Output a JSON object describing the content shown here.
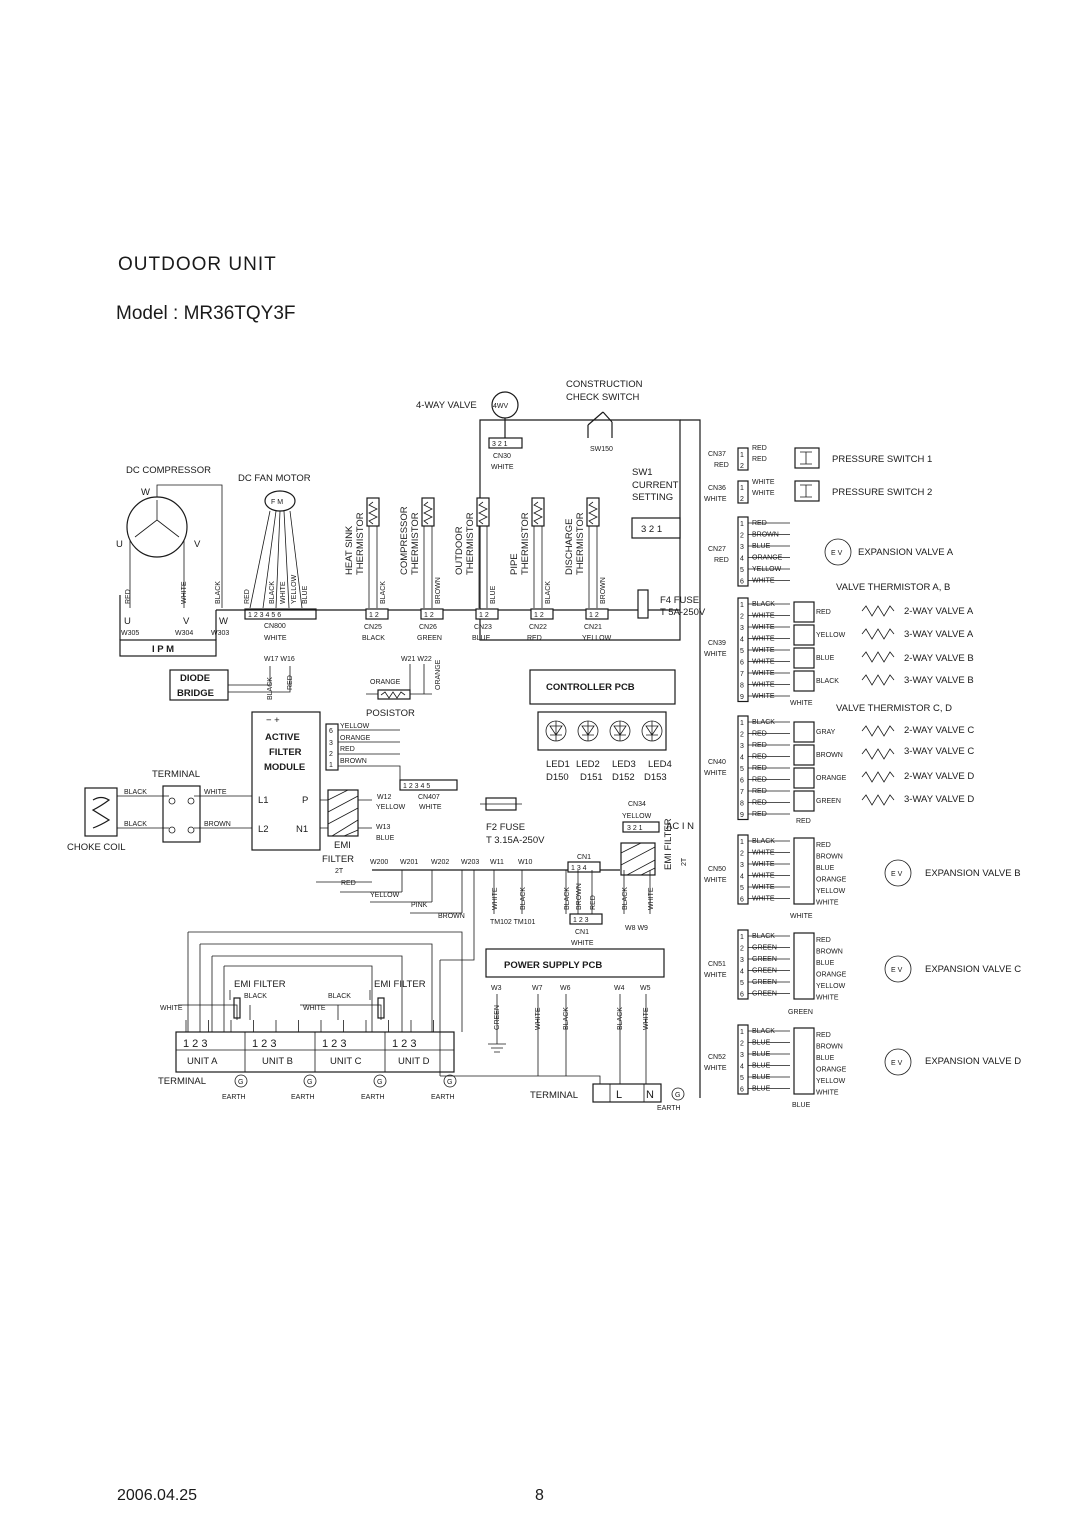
{
  "header": {
    "title": "OUTDOOR  UNIT",
    "model": "Model : MR36TQY3F"
  },
  "footer": {
    "date": "2006.04.25",
    "page": "8"
  },
  "top": {
    "construction": "CONSTRUCTION",
    "check_switch": "CHECK SWITCH",
    "four_way_valve": "4-WAY VALVE",
    "four_wv": "4WV",
    "cn30": "CN30",
    "cn30_color": "WHITE",
    "cn30_pins": "3 2 1",
    "sw150": "SW150",
    "sw1": "SW1",
    "current": "CURRENT",
    "setting": "SETTING",
    "sw1_pins": "3  2  1"
  },
  "left": {
    "dc_compressor": "DC COMPRESSOR",
    "dc_fan_motor": "DC FAN MOTOR",
    "fm": "F M",
    "w": "W",
    "u": "U",
    "v": "V",
    "comp_wires": [
      "RED",
      "WHITE",
      "BLACK"
    ],
    "fan_wires": [
      "RED",
      "BLACK",
      "WHITE",
      "YELLOW",
      "BLUE"
    ],
    "uvw": [
      "U",
      "V",
      "W"
    ],
    "w_codes": [
      "W305",
      "W304",
      "W303"
    ],
    "cn800": "CN800",
    "cn800_color": "WHITE",
    "cn800_pins": "1 2 3 4 5 6",
    "ipm": "I P M",
    "w17w16": "W17 W16",
    "diode": "DIODE",
    "bridge": "BRIDGE",
    "db_wires": [
      "BLACK",
      "RED"
    ],
    "active": "ACTIVE",
    "filter": "FILTER",
    "module": "MODULE",
    "afm_wires": [
      "YELLOW",
      "ORANGE",
      "RED",
      "BROWN"
    ],
    "afm_pins": [
      "6",
      "3",
      "2",
      "1"
    ],
    "terminal": "TERMINAL",
    "choke_coil": "CHOKE COIL",
    "black": "BLACK",
    "white": "WHITE",
    "brown": "BROWN",
    "l1": "L1",
    "l2": "L2",
    "p": "P",
    "n1": "N1",
    "emi": "EMI",
    "filter2": "FILTER",
    "two_t": "2T"
  },
  "thermistors": [
    {
      "name": "HEAT SINK",
      "sub": "THERMISTOR",
      "wire": "BLACK",
      "cn": "CN25",
      "color": "BLACK"
    },
    {
      "name": "COMPRESSOR",
      "sub": "THERMISTOR",
      "wire": "BROWN",
      "cn": "CN26",
      "color": "GREEN"
    },
    {
      "name": "OUTDOOR",
      "sub": "THERMISTOR",
      "wire": "BLUE",
      "cn": "CN23",
      "color": "BLUE"
    },
    {
      "name": "PIPE",
      "sub": "THERMISTOR",
      "wire": "BLACK",
      "cn": "CN22",
      "color": "RED"
    },
    {
      "name": "DISCHARGE",
      "sub": "THERMISTOR",
      "wire": "BROWN",
      "cn": "CN21",
      "color": "YELLOW"
    }
  ],
  "middle": {
    "w21w22": "W21  W22",
    "orange": "ORANGE",
    "posistor": "POSISTOR",
    "w12": "W12",
    "cn407": "CN407",
    "cn407_pins": "1 2 3 4 5",
    "yellow": "YELLOW",
    "white": "WHITE",
    "w13": "W13",
    "blue": "BLUE",
    "f2_fuse": "F2 FUSE",
    "f2_rating": "T 3.15A-250V",
    "f4_fuse": "F4 FUSE",
    "f4_rating": "T 5A-250V",
    "controller_pcb": "CONTROLLER PCB",
    "leds": [
      "LED1",
      "LED2",
      "LED3",
      "LED4"
    ],
    "led_codes": [
      "D150",
      "D151",
      "D152",
      "D153"
    ],
    "cn34": "CN34",
    "cn34_pins": "3 2 1",
    "ac_in": "AC  I N",
    "emi_filter_2t": "EMI  FILTER",
    "two_t": "2T",
    "w_row": [
      "W200",
      "W201",
      "W202",
      "W203",
      "W11",
      "W10"
    ],
    "cn1": "CN1",
    "cn1_pins": "1 3 4",
    "red": "RED",
    "pink": "PINK",
    "brown": "BROWN",
    "psu_wires": [
      "WHITE",
      "BLACK",
      "BLACK",
      "BROWN",
      "RED",
      "BLACK",
      "WHITE"
    ],
    "tm": "TM102  TM101",
    "cn1b_pins": "1 2 3",
    "cn1b": "CN1",
    "w8w9": "W8  W9",
    "power_supply_pcb": "POWER SUPPLY PCB",
    "psu_bottom": [
      "W3",
      "W7",
      "W6",
      "W4",
      "W5"
    ],
    "psu_bottom_wires": [
      "GREEN",
      "WHITE",
      "BLACK",
      "BLACK",
      "WHITE"
    ]
  },
  "bottom": {
    "emi_filter": "EMI FILTER",
    "units": [
      "UNIT A",
      "UNIT B",
      "UNIT C",
      "UNIT D"
    ],
    "digits": "1  2  3",
    "terminal": "TERMINAL",
    "earth": "EARTH",
    "g": "G",
    "l": "L",
    "n": "N",
    "white": "WHITE",
    "black": "BLACK"
  },
  "right": {
    "cn37": "CN37",
    "cn37_color": "RED",
    "cn36": "CN36",
    "cn36_color": "WHITE",
    "cn27": "CN27",
    "cn27_color": "RED",
    "cn39": "CN39",
    "cn39_color": "WHITE",
    "cn40": "CN40",
    "cn40_color": "WHITE",
    "cn50": "CN50",
    "cn50_color": "WHITE",
    "cn51": "CN51",
    "cn51_color": "WHITE",
    "cn52": "CN52",
    "cn52_color": "WHITE",
    "pressure_switch_1": "PRESSURE SWITCH 1",
    "pressure_switch_2": "PRESSURE SWITCH 2",
    "ev": "E V",
    "expansion_valve_a": "EXPANSION VALVE A",
    "expansion_valve_b": "EXPANSION VALVE B",
    "expansion_valve_c": "EXPANSION VALVE C",
    "expansion_valve_d": "EXPANSION VALVE D",
    "valve_thermistor_ab": "VALVE THERMISTOR A, B",
    "valve_thermistor_cd": "VALVE THERMISTOR C, D",
    "valves_ab": [
      "2-WAY VALVE A",
      "3-WAY VALVE A",
      "2-WAY VALVE B",
      "3-WAY VALVE B"
    ],
    "valves_cd": [
      "2-WAY VALVE C",
      "3-WAY VALVE C",
      "2-WAY VALVE D",
      "3-WAY VALVE D"
    ],
    "cn27_wires": [
      "RED",
      "BROWN",
      "BLUE",
      "ORANGE",
      "YELLOW",
      "WHITE"
    ],
    "cn39_wires": [
      "BLACK",
      "WHITE",
      "WHITE",
      "WHITE",
      "WHITE",
      "WHITE",
      "WHITE",
      "WHITE",
      "WHITE"
    ],
    "cn39_right": [
      "RED",
      "YELLOW",
      "BLUE",
      "BLACK"
    ],
    "cn40_wires": [
      "BLACK",
      "RED",
      "RED",
      "RED",
      "RED",
      "RED",
      "RED",
      "RED",
      "RED"
    ],
    "cn40_right": [
      "GRAY",
      "BROWN",
      "ORANGE",
      "GREEN"
    ],
    "cn50_wires": [
      "BLACK",
      "WHITE",
      "WHITE",
      "WHITE",
      "WHITE",
      "WHITE"
    ],
    "cn50_right": [
      "RED",
      "BROWN",
      "BLUE",
      "ORANGE",
      "YELLOW",
      "WHITE"
    ],
    "cn51_wires": [
      "BLACK",
      "GREEN",
      "GREEN",
      "GREEN",
      "GREEN",
      "GREEN"
    ],
    "cn51_right": [
      "RED",
      "BROWN",
      "BLUE",
      "ORANGE",
      "YELLOW",
      "WHITE"
    ],
    "cn52_wires": [
      "BLACK",
      "BLUE",
      "BLUE",
      "BLUE",
      "BLUE",
      "BLUE"
    ],
    "cn52_right": [
      "RED",
      "BROWN",
      "BLUE",
      "ORANGE",
      "YELLOW",
      "WHITE"
    ],
    "below_39": "WHITE",
    "below_40": "RED",
    "below_50": "WHITE",
    "below_51": "GREEN",
    "below_52": "BLUE"
  }
}
